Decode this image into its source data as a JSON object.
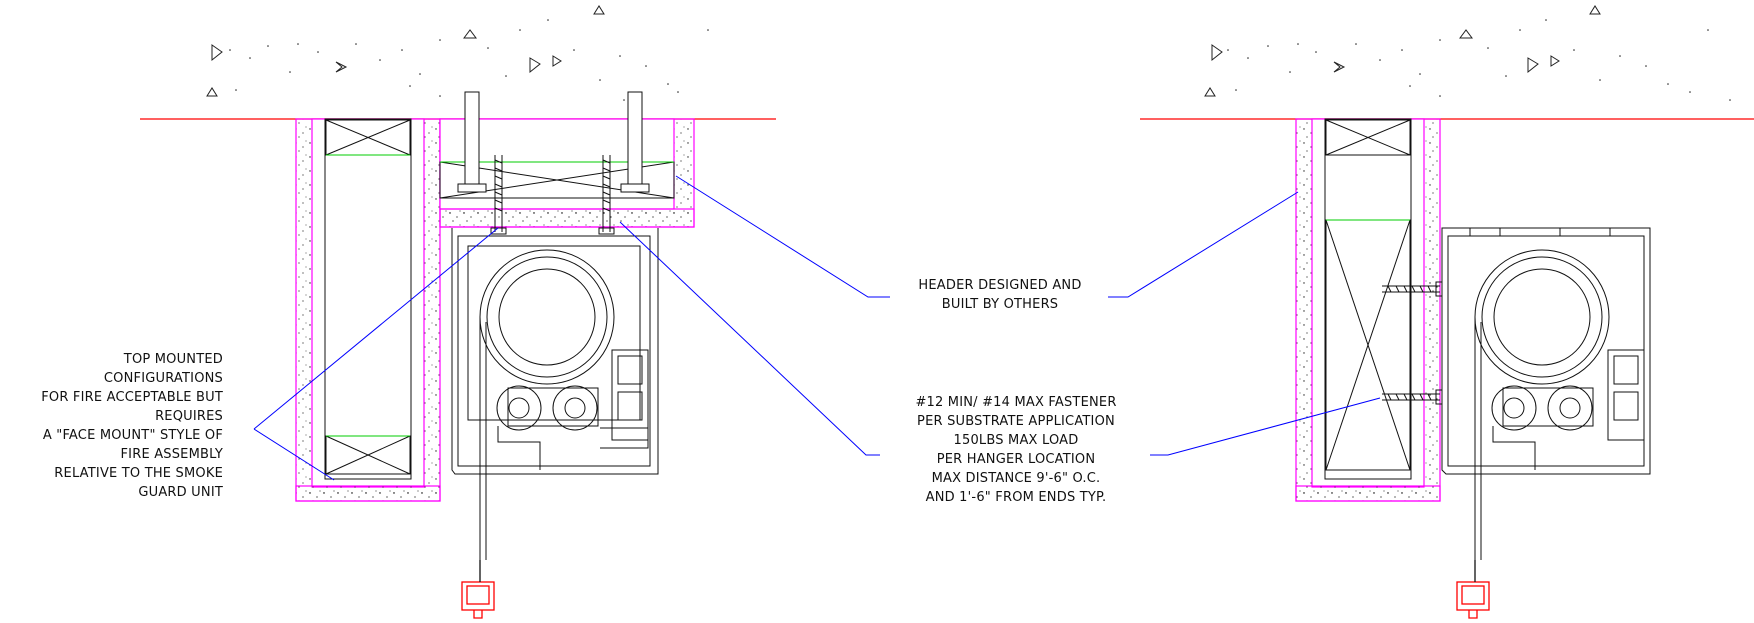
{
  "colors": {
    "line": "#1a1a1a",
    "leader": "#0000ff",
    "substrate_line": "#ff0000",
    "insulation": "#ff00ff",
    "blocking": "#00cc00",
    "bottom_bar": "#ff0000"
  },
  "notes": {
    "top_mounted": [
      "TOP MOUNTED",
      "CONFIGURATIONS",
      "FOR FIRE ACCEPTABLE BUT",
      "REQUIRES",
      "A \"FACE MOUNT\" STYLE OF",
      "FIRE ASSEMBLY",
      "RELATIVE TO THE SMOKE",
      "GUARD UNIT"
    ],
    "header": [
      "HEADER DESIGNED AND",
      "BUILT BY OTHERS"
    ],
    "fastener": [
      "#12 MIN/ #14 MAX FASTENER",
      "PER SUBSTRATE APPLICATION",
      "150LBS MAX LOAD",
      "PER HANGER LOCATION",
      "MAX DISTANCE 9'-6\" O.C.",
      "AND 1'-6\" FROM ENDS TYP."
    ]
  }
}
